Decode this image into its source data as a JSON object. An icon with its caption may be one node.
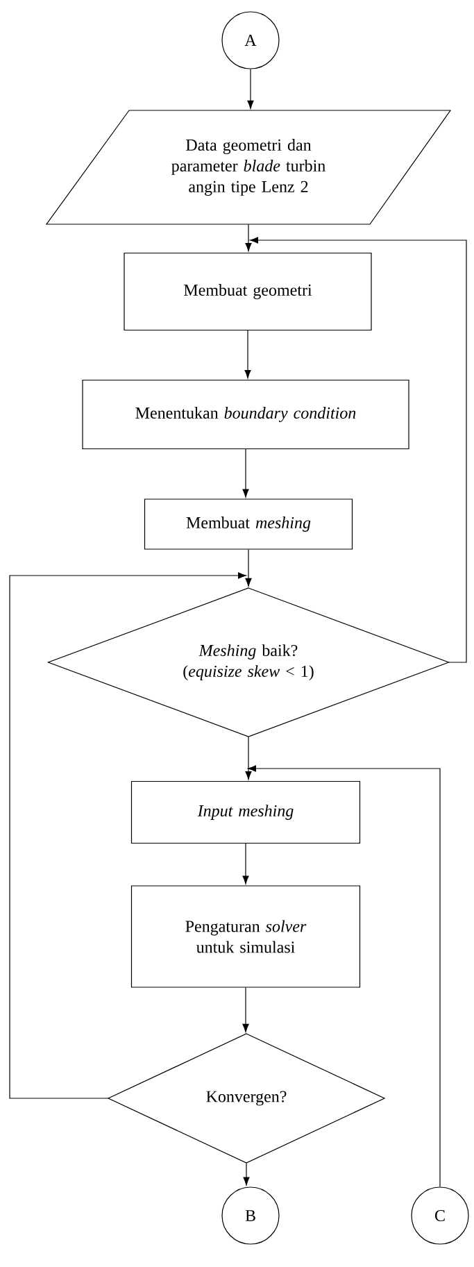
{
  "diagram": {
    "nodes": [
      {
        "text": [
          "A"
        ]
      },
      {
        "text": [
          "Data geometri dan parameter *blade* turbin angin tipe Lenz 2"
        ]
      },
      {
        "text": [
          "Membuat geometri"
        ]
      },
      {
        "text": [
          "Menentukan *boundary condition*"
        ]
      },
      {
        "text": [
          "Membuat *meshing*"
        ]
      },
      {
        "text": [
          "*Meshing* baik? (*equisize skew* < 1)"
        ]
      },
      {
        "text": [
          "*Input meshing*"
        ]
      },
      {
        "text": [
          "Pengaturan *solver* untuk simulasi"
        ]
      },
      {
        "text": [
          "Konvergen?"
        ]
      },
      {
        "text": [
          "B"
        ]
      },
      {
        "text": [
          "C"
        ]
      }
    ],
    "edges": [
      {
        "from": 0,
        "to": 1,
        "arrow": "to"
      },
      {
        "from": 1,
        "to": 2,
        "arrow": "to"
      },
      {
        "from": 2,
        "to": 3,
        "arrow": "to"
      },
      {
        "from": 3,
        "to": 4,
        "arrow": "to"
      },
      {
        "from": 4,
        "to": 5,
        "arrow": "to"
      },
      {
        "from": 5,
        "to": 2,
        "arrow": "to"
      },
      {
        "from": 5,
        "to": 6,
        "arrow": "to"
      },
      {
        "from": 6,
        "to": 7,
        "arrow": "to"
      },
      {
        "from": 7,
        "to": 8,
        "arrow": "to"
      },
      {
        "from": 8,
        "to": 5,
        "arrow": "to"
      },
      {
        "from": 8,
        "to": 9,
        "arrow": "to"
      },
      {
        "from": 10,
        "to": 6,
        "arrow": "to"
      }
    ]
  }
}
